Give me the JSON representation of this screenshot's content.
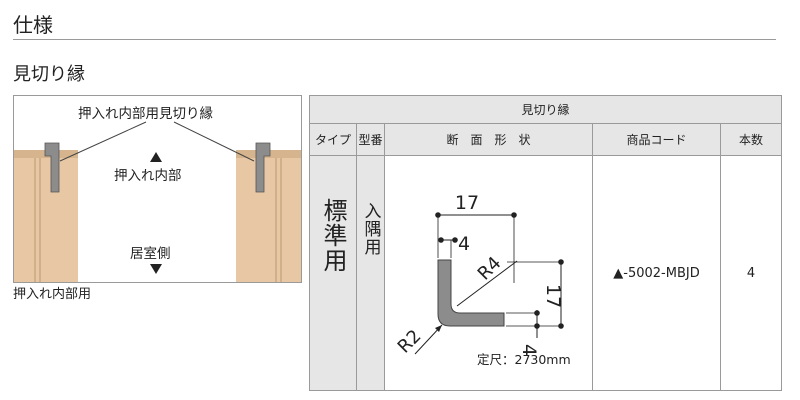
{
  "header": {
    "title": "仕様"
  },
  "section": {
    "title": "見切り縁"
  },
  "illustration": {
    "top_label": "押入れ内部用見切り縁",
    "inner_label": "押入れ内部",
    "room_label": "居室側",
    "caption": "押入れ内部用"
  },
  "table": {
    "title": "見切り縁",
    "headers": {
      "type": "タイプ",
      "model": "型番",
      "shape": "断　面　形　状",
      "code": "商品コード",
      "count": "本数"
    },
    "row": {
      "type": "標準用",
      "model": "入隅用",
      "code": "▲-5002-MBJD",
      "count": "4",
      "dimensions": {
        "width": "17",
        "lip": "4",
        "height": "17",
        "thickness": "4",
        "outer_radius": "R4",
        "inner_radius": "R2"
      }
    }
  },
  "footnote": "定尺：2730mm",
  "colors": {
    "wood": "#e8c8a4",
    "profile": "#8c8c8c",
    "header_bg": "#e6e6e6",
    "border": "#9a9a9a"
  }
}
